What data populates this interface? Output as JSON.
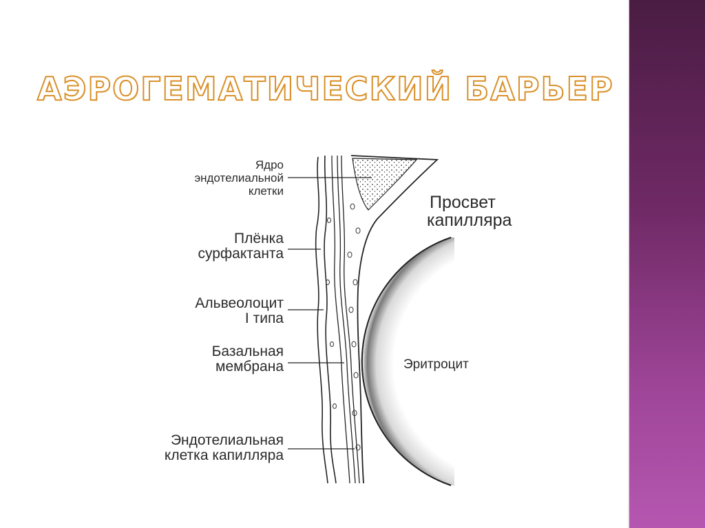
{
  "title": "АЭРОГЕМАТИЧЕСКИЙ БАРЬЕР",
  "labels": {
    "nucleus": [
      "Ядро",
      "эндотелиальной",
      "клетки"
    ],
    "surfactant": [
      "Плёнка",
      "сурфактанта"
    ],
    "alveolocyte": [
      "Альвеолоцит",
      "I типа"
    ],
    "basement": [
      "Базальная",
      "мембрана"
    ],
    "endothelial": [
      "Эндотелиальная",
      "клетка капилляра"
    ],
    "lumen": [
      "Просвет",
      "капилляра"
    ],
    "erythrocyte": "Эритроцит"
  },
  "colors": {
    "sidebar_top": "#4a1c43",
    "sidebar_bottom": "#b557b0",
    "title_outline": "#d9902a",
    "ink": "#2a2a2a"
  }
}
